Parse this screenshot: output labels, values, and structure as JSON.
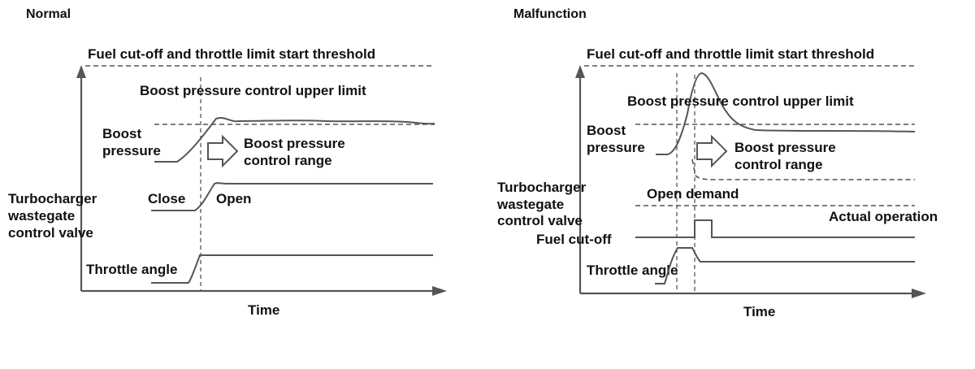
{
  "panels": {
    "normal": {
      "title": "Normal",
      "threshold": "Fuel cut-off and throttle limit start threshold",
      "upper_limit": "Boost pressure control upper limit",
      "boost_line1": "Boost",
      "boost_line2": "pressure",
      "range_line1": "Boost pressure",
      "range_line2": "control range",
      "valve_line1": "Turbocharger",
      "valve_line2": "wastegate",
      "valve_line3": "control valve",
      "close": "Close",
      "open": "Open",
      "throttle": "Throttle angle",
      "time": "Time"
    },
    "malfunction": {
      "title": "Malfunction",
      "threshold": "Fuel cut-off and throttle limit start threshold",
      "upper_limit": "Boost pressure control upper limit",
      "boost_line1": "Boost",
      "boost_line2": "pressure",
      "range_line1": "Boost pressure",
      "range_line2": "control range",
      "valve_line1": "Turbocharger",
      "valve_line2": "wastegate",
      "valve_line3": "control valve",
      "open_demand": "Open demand",
      "actual": "Actual operation",
      "fuel_cut": "Fuel cut-off",
      "throttle": "Throttle angle",
      "time": "Time"
    }
  }
}
